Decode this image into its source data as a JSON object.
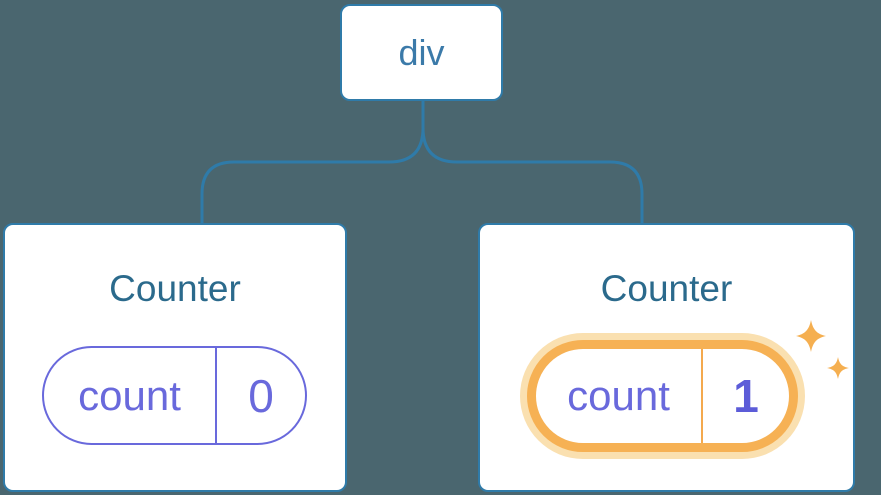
{
  "diagram": {
    "root": {
      "label": "div"
    },
    "children": [
      {
        "title": "Counter",
        "state": {
          "key": "count",
          "value": "0"
        },
        "highlighted": false
      },
      {
        "title": "Counter",
        "state": {
          "key": "count",
          "value": "1"
        },
        "highlighted": true
      }
    ]
  },
  "icons": {
    "sparkle_large": "four-point-sparkle-star",
    "sparkle_small": "four-point-sparkle-star"
  },
  "colors": {
    "background": "#4A666F",
    "connector_blue": "#2F7BA9",
    "node_text_blue": "#3B7AA9",
    "title_text_blue": "#2B6A8C",
    "state_purple": "#6969DC",
    "state_value_bold_purple": "#5C5CD8",
    "highlight_ring_orange": "#F6B154",
    "highlight_halo_orange": "#FAE0B0",
    "sparkle_orange": "#F5AF50",
    "card_background": "#FFFFFF"
  }
}
